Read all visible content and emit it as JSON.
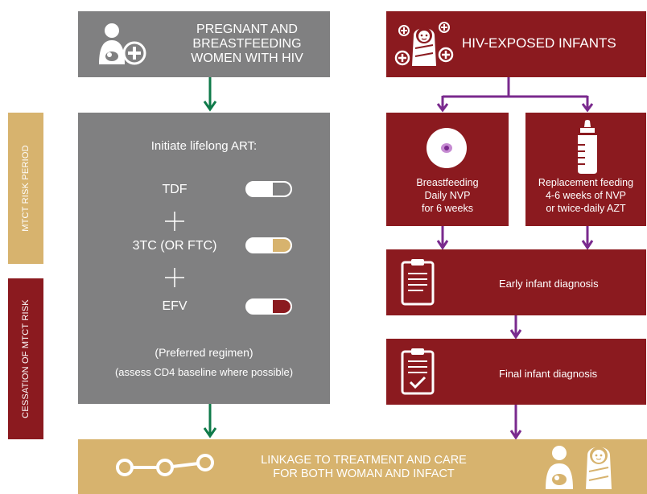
{
  "left_header": {
    "title": "PREGNANT AND\nBREASTFEEDING\nWOMEN WITH HIV",
    "lines": [
      "PREGNANT AND",
      "BREASTFEEDING",
      "WOMEN WITH HIV"
    ],
    "icon": "mother-baby-plus-icon"
  },
  "right_header": {
    "title": "HIV-EXPOSED INFANTS",
    "icon": "infant-plus-icon"
  },
  "side_labels": {
    "risk_period": "MTCT RISK PERIOD",
    "cessation": "CESSATION OF MTCT RISK"
  },
  "art_box": {
    "heading": "Initiate lifelong ART:",
    "drugs": [
      {
        "label": "TDF",
        "color": "#808081"
      },
      {
        "label": "3TC (OR FTC)",
        "color": "#d7b36e"
      },
      {
        "label": "EFV",
        "color": "#8b1a1f"
      }
    ],
    "note1": "(Preferred regimen)",
    "note2": "(assess CD4 baseline where possible)"
  },
  "feeding": {
    "breast": {
      "line1": "Breastfeeding",
      "line2": "Daily NVP",
      "line3": "for 6 weeks",
      "icon": "breast-icon"
    },
    "replacement": {
      "line1": "Replacement feeding",
      "line2": "4-6 weeks of NVP",
      "line3": "or twice-daily AZT",
      "icon": "baby-bottle-icon"
    }
  },
  "diagnosis": {
    "early": {
      "label": "Early infant diagnosis",
      "icon": "clipboard-icon"
    },
    "final": {
      "label": "Final infant diagnosis",
      "icon": "clipboard-check-icon"
    }
  },
  "linkage": {
    "line1": "LINKAGE TO TREATMENT AND CARE",
    "line2": "FOR BOTH WOMAN AND INFACT",
    "icons": [
      "linked-circles-icon",
      "mother-baby-icon",
      "infant-icon"
    ]
  },
  "colors": {
    "gray": "#808081",
    "red": "#8b1a1f",
    "tan": "#d7b36e",
    "green_arrow": "#0f7a4a",
    "purple_arrow": "#7a2a8e"
  }
}
